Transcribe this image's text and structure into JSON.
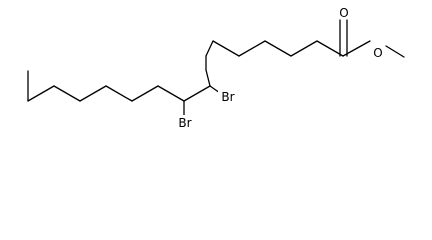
{
  "molecule": {
    "atom_labels": {
      "carbonyl_oxygen": "O",
      "ester_oxygen": "O",
      "bromine_9": "Br",
      "bromine_10": "Br"
    },
    "colors": {
      "bond": "#000000",
      "background": "#ffffff"
    }
  }
}
